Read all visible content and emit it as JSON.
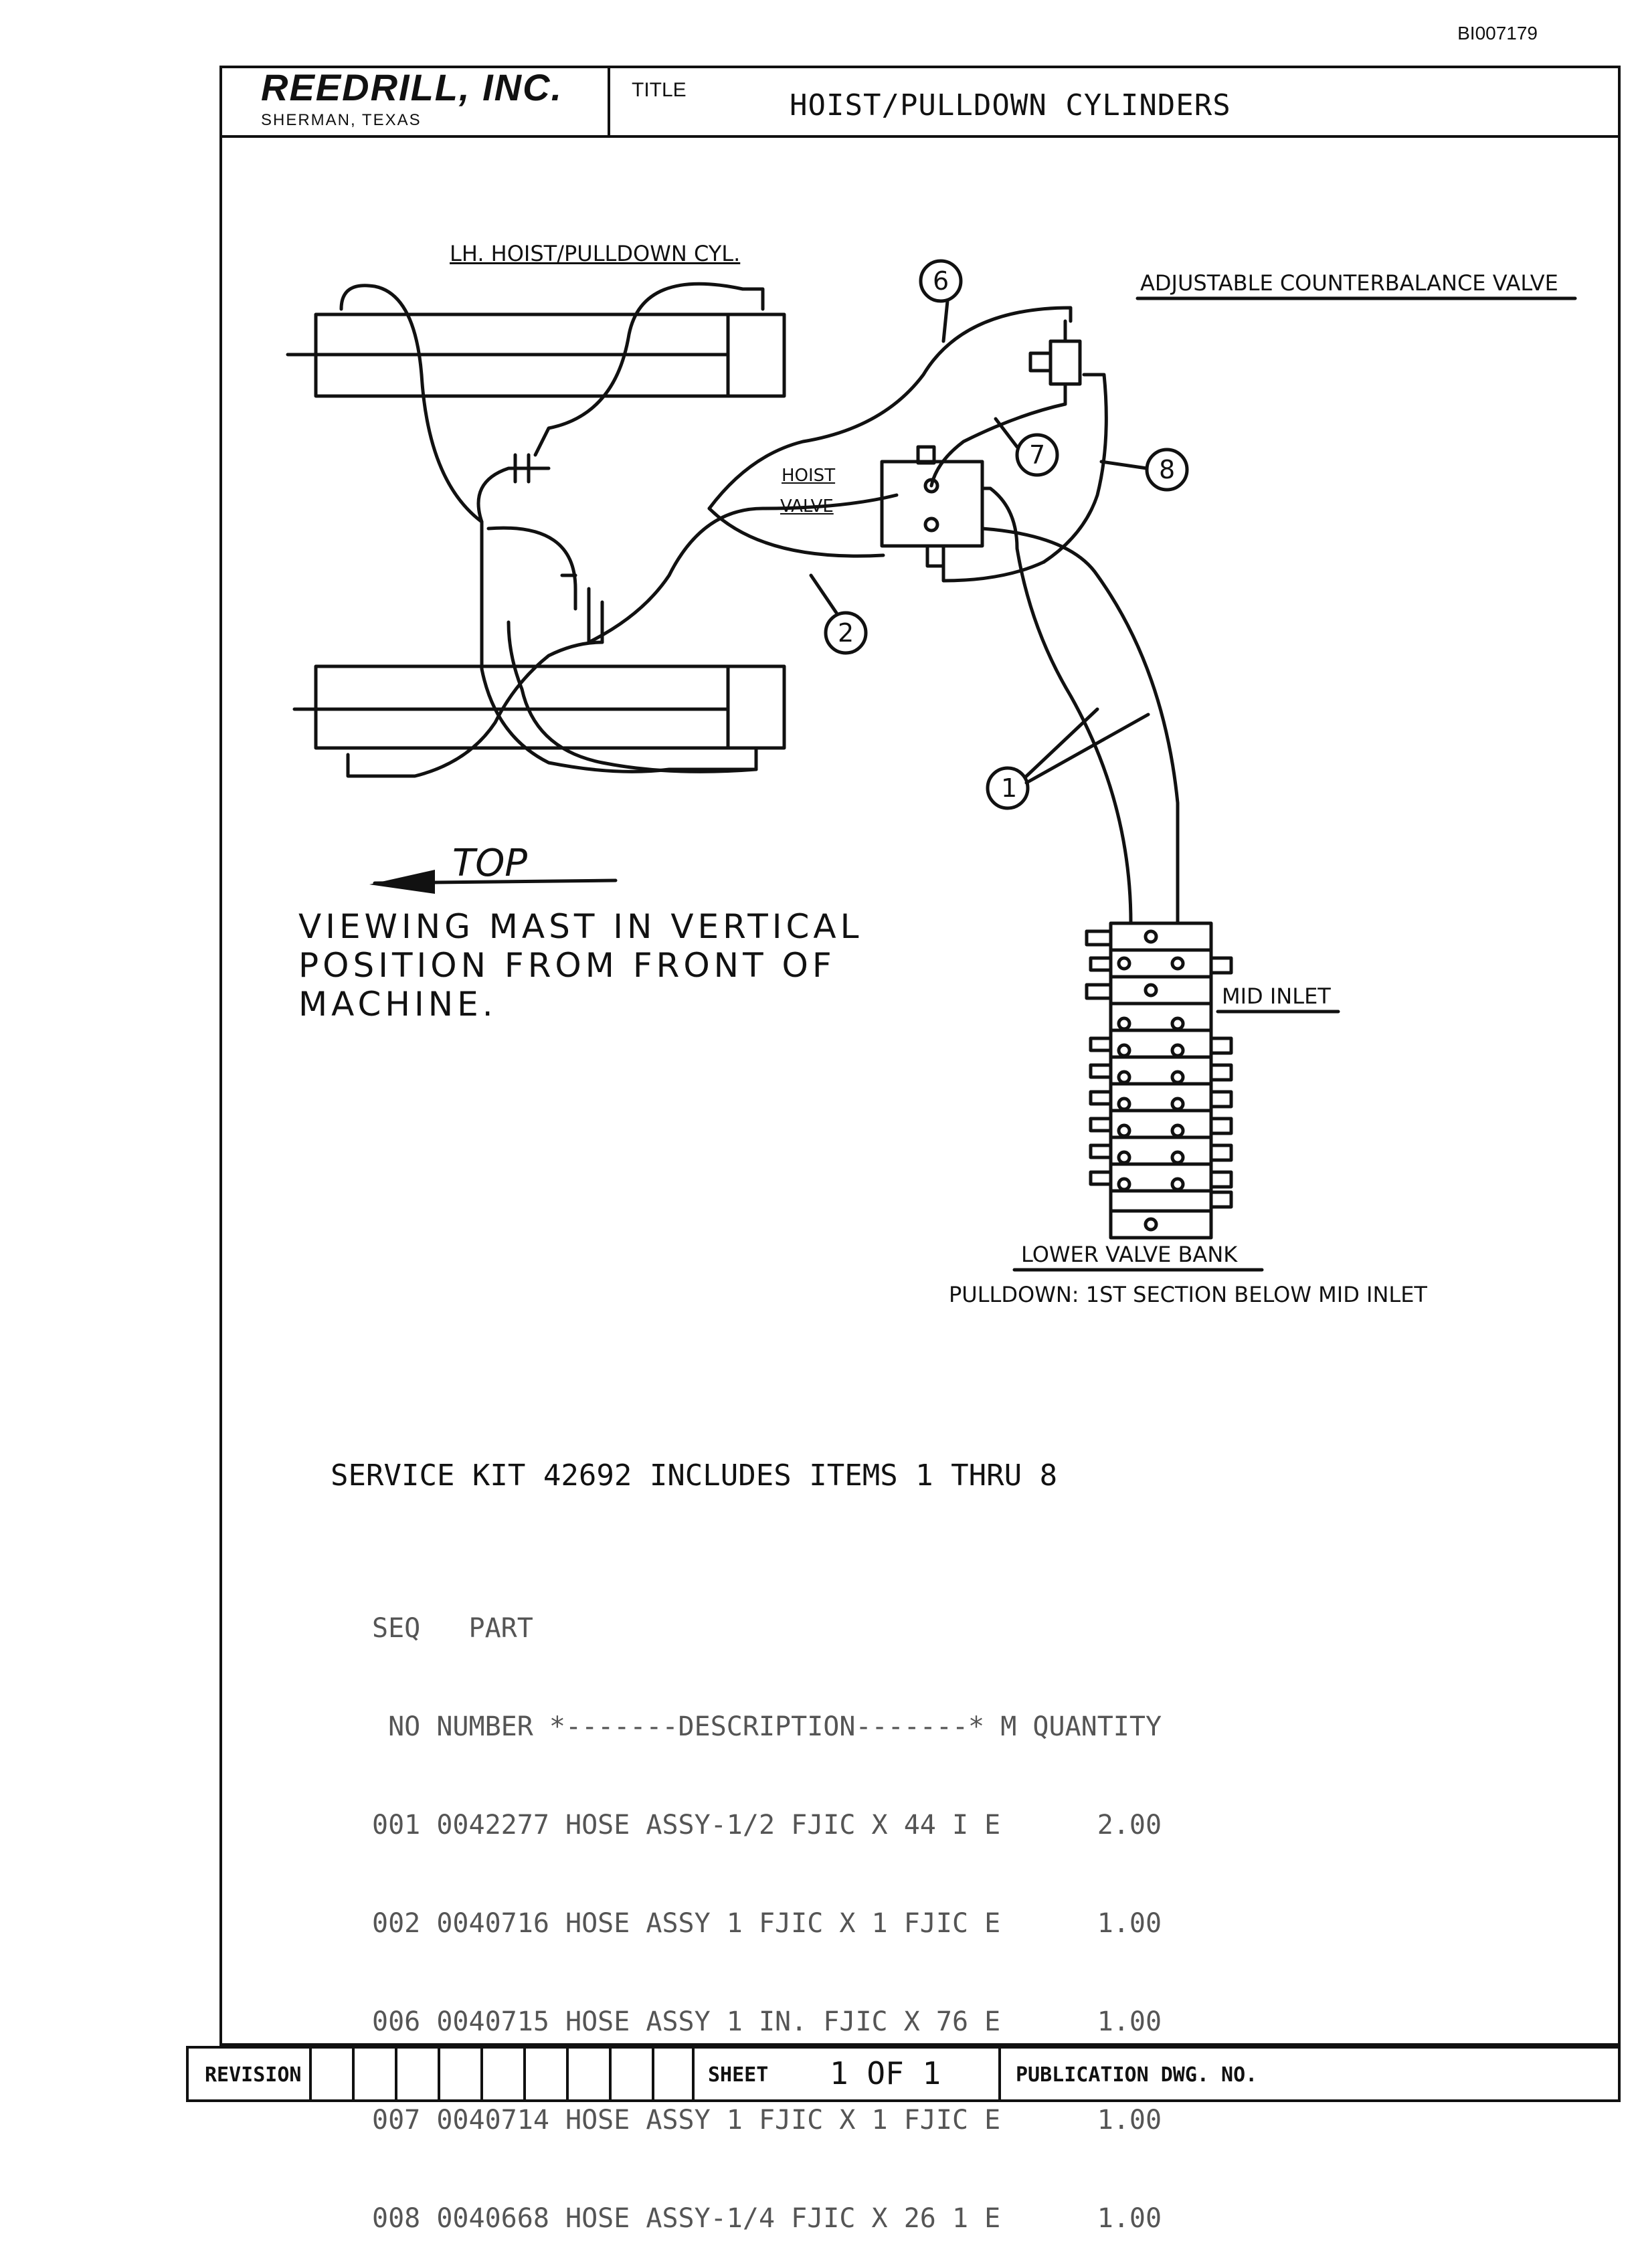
{
  "doc_id": "BI007179",
  "title_block": {
    "company": "REEDRILL, INC.",
    "location": "SHERMAN, TEXAS",
    "title_label": "TITLE",
    "title": "HOIST/PULLDOWN CYLINDERS"
  },
  "labels": {
    "lh_cylinder": "LH. HOIST/PULLDOWN CYL.",
    "counterbalance": "ADJUSTABLE COUNTERBALANCE VALVE",
    "hoist_valve_1": "HOIST",
    "hoist_valve_2": "VALVE",
    "mid_inlet": "MID INLET",
    "lower_valve_bank": "LOWER VALVE BANK",
    "pulldown_note": "PULLDOWN: 1ST SECTION BELOW MID INLET",
    "top": "TOP",
    "viewing_1": "VIEWING MAST IN VERTICAL",
    "viewing_2": "POSITION FROM FRONT OF",
    "viewing_3": "MACHINE."
  },
  "callouts": [
    "6",
    "7",
    "8",
    "2",
    "1"
  ],
  "service_kit": "SERVICE KIT 42692 INCLUDES ITEMS 1 THRU 8",
  "parts_table": {
    "header_1": "SEQ   PART",
    "header_2": " NO NUMBER *-------DESCRIPTION-------* M QUANTITY",
    "rows": [
      "001 0042277 HOSE ASSY-1/2 FJIC X 44 I E      2.00",
      "002 0040716 HOSE ASSY 1 FJIC X 1 FJIC E      1.00",
      "006 0040715 HOSE ASSY 1 IN. FJIC X 76 E      1.00",
      "007 0040714 HOSE ASSY 1 FJIC X 1 FJIC E      1.00",
      "008 0040668 HOSE ASSY-1/4 FJIC X 26 1 E      1.00"
    ]
  },
  "footer": {
    "revision_label": "REVISION",
    "sheet_label": "SHEET",
    "sheet_value": "1 OF 1",
    "publication_label": "PUBLICATION DWG. NO."
  }
}
